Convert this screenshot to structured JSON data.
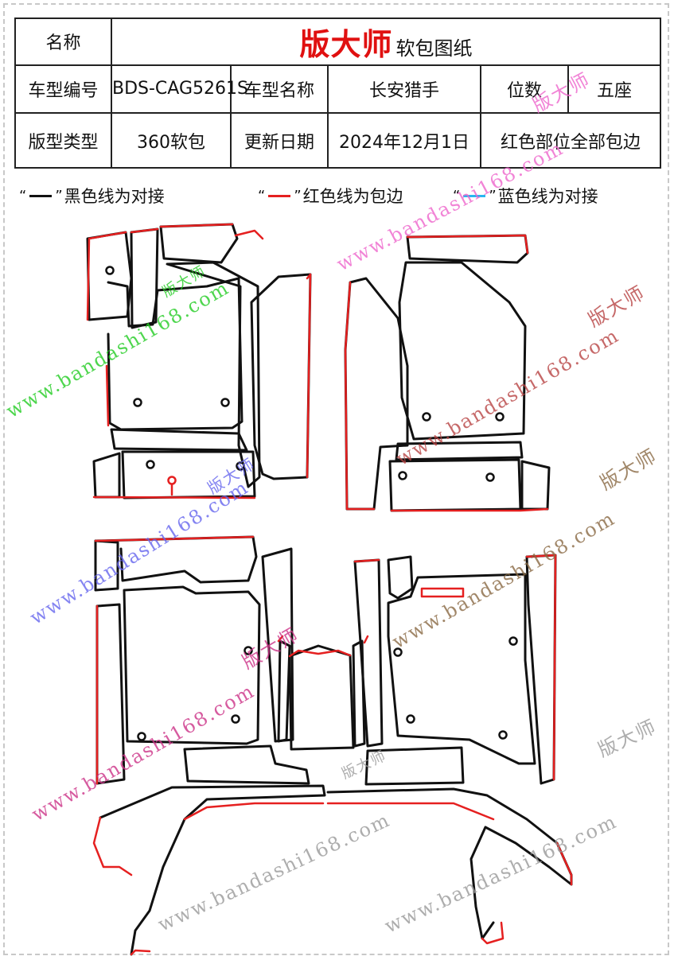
{
  "spec_table": {
    "name_label": "名称",
    "brand": "版大师",
    "doc_title": "软包图纸",
    "model_code_label": "车型编号",
    "model_code": "BDS-CAG5261S",
    "model_name_label": "车型名称",
    "model_name": "长安猎手",
    "seats_label": "位数",
    "seats": "五座",
    "style_type_label": "版型类型",
    "style_type": "360软包",
    "update_label": "更新日期",
    "update_date": "2024年12月1日",
    "note": "红色部位全部包边"
  },
  "legend": {
    "black": {
      "text": "黑色线为对接",
      "color": "#111111"
    },
    "red": {
      "text": "红色线为包边",
      "color": "#e52020"
    },
    "blue": {
      "text": "蓝色线为对接",
      "color": "#29b6f0"
    }
  },
  "watermark": {
    "site": "www.bandashi168.com",
    "brand": "版大师"
  },
  "colors": {
    "black_line": "#111111",
    "red_line": "#e52020",
    "brand_red": "#e01010"
  }
}
